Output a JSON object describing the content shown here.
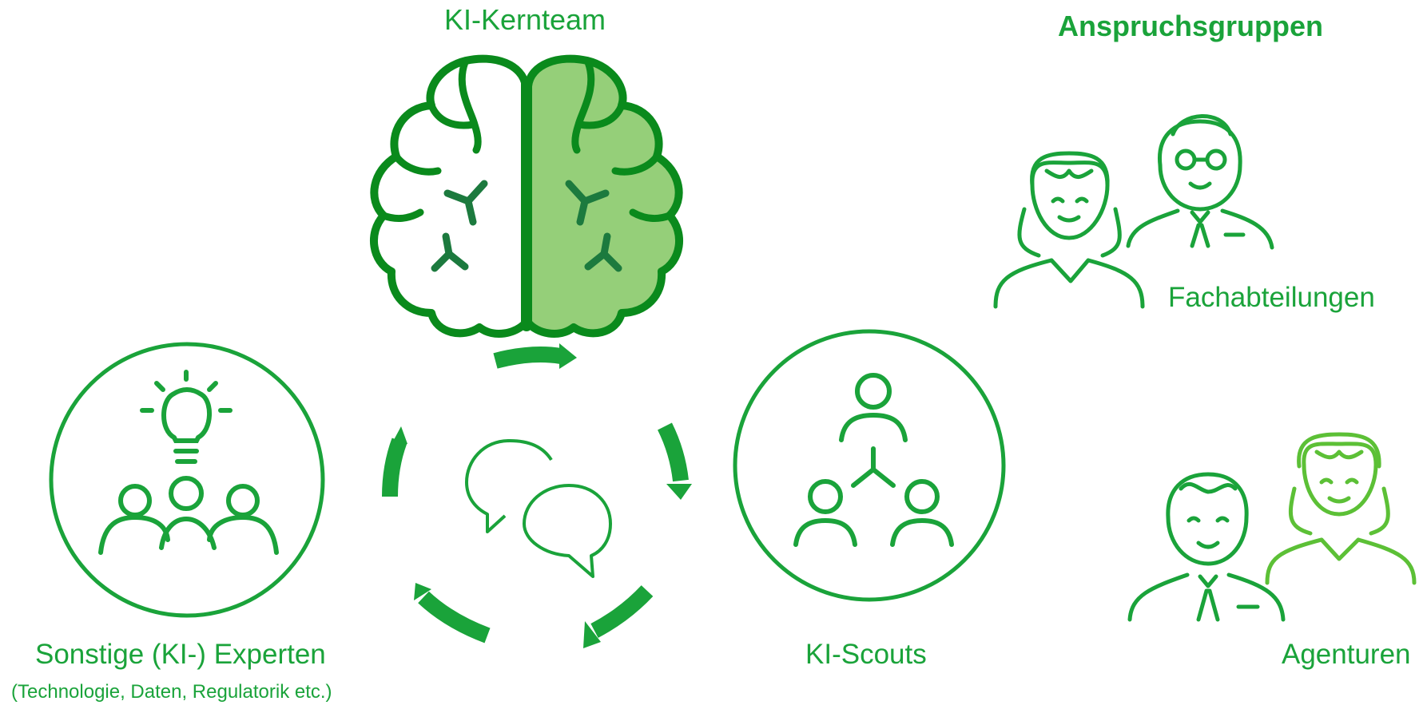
{
  "core_team": {
    "title": "KI-Kernteam"
  },
  "stakeholders": {
    "title": "Anspruchsgruppen",
    "groups": [
      {
        "label": "Fachabteilungen"
      },
      {
        "label": "Agenturen"
      }
    ]
  },
  "experts": {
    "label": "Sonstige (KI-) Experten",
    "sublabel": "(Technologie, Daten, Regulatorik etc.)"
  },
  "scouts": {
    "label": "KI-Scouts"
  },
  "colors": {
    "primary_green": "#1aa33a",
    "dark_green": "#0a8a1c",
    "light_green_fill": "#95cf79",
    "node_green": "#1c7a3e",
    "agency_outline": "#5cc036"
  },
  "icons": [
    "brain-icon",
    "lightbulb-team-icon",
    "scouts-network-icon",
    "chat-bubbles-icon",
    "cycle-arrows-icon",
    "departments-people-icon",
    "agencies-people-icon"
  ]
}
